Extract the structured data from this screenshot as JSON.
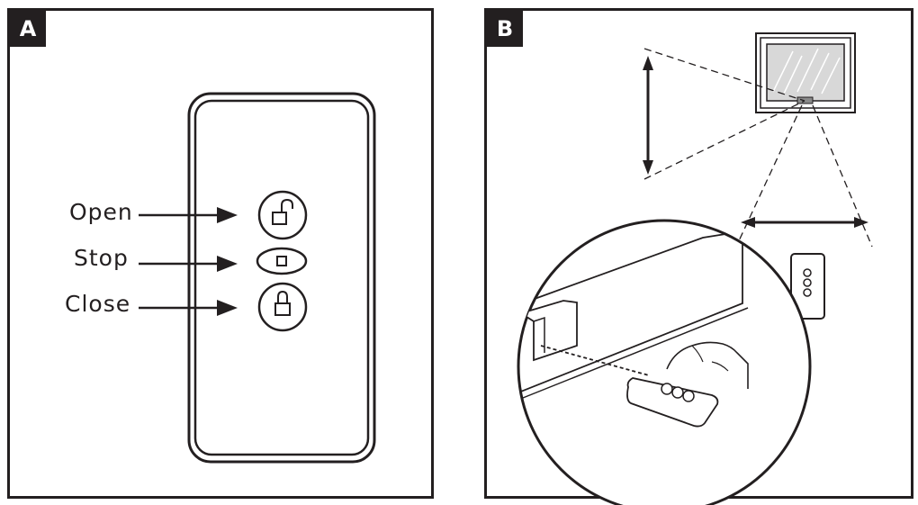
{
  "panel_a": {
    "tag": "A",
    "labels": {
      "open": "Open",
      "stop": "Stop",
      "close": "Close"
    }
  },
  "panel_b": {
    "tag": "B"
  },
  "icons": {
    "open_button": "unlocked-padlock-icon",
    "stop_button": "square-stop-icon",
    "close_button": "locked-padlock-icon"
  },
  "colors": {
    "ink": "#231f20",
    "background": "#ffffff"
  }
}
